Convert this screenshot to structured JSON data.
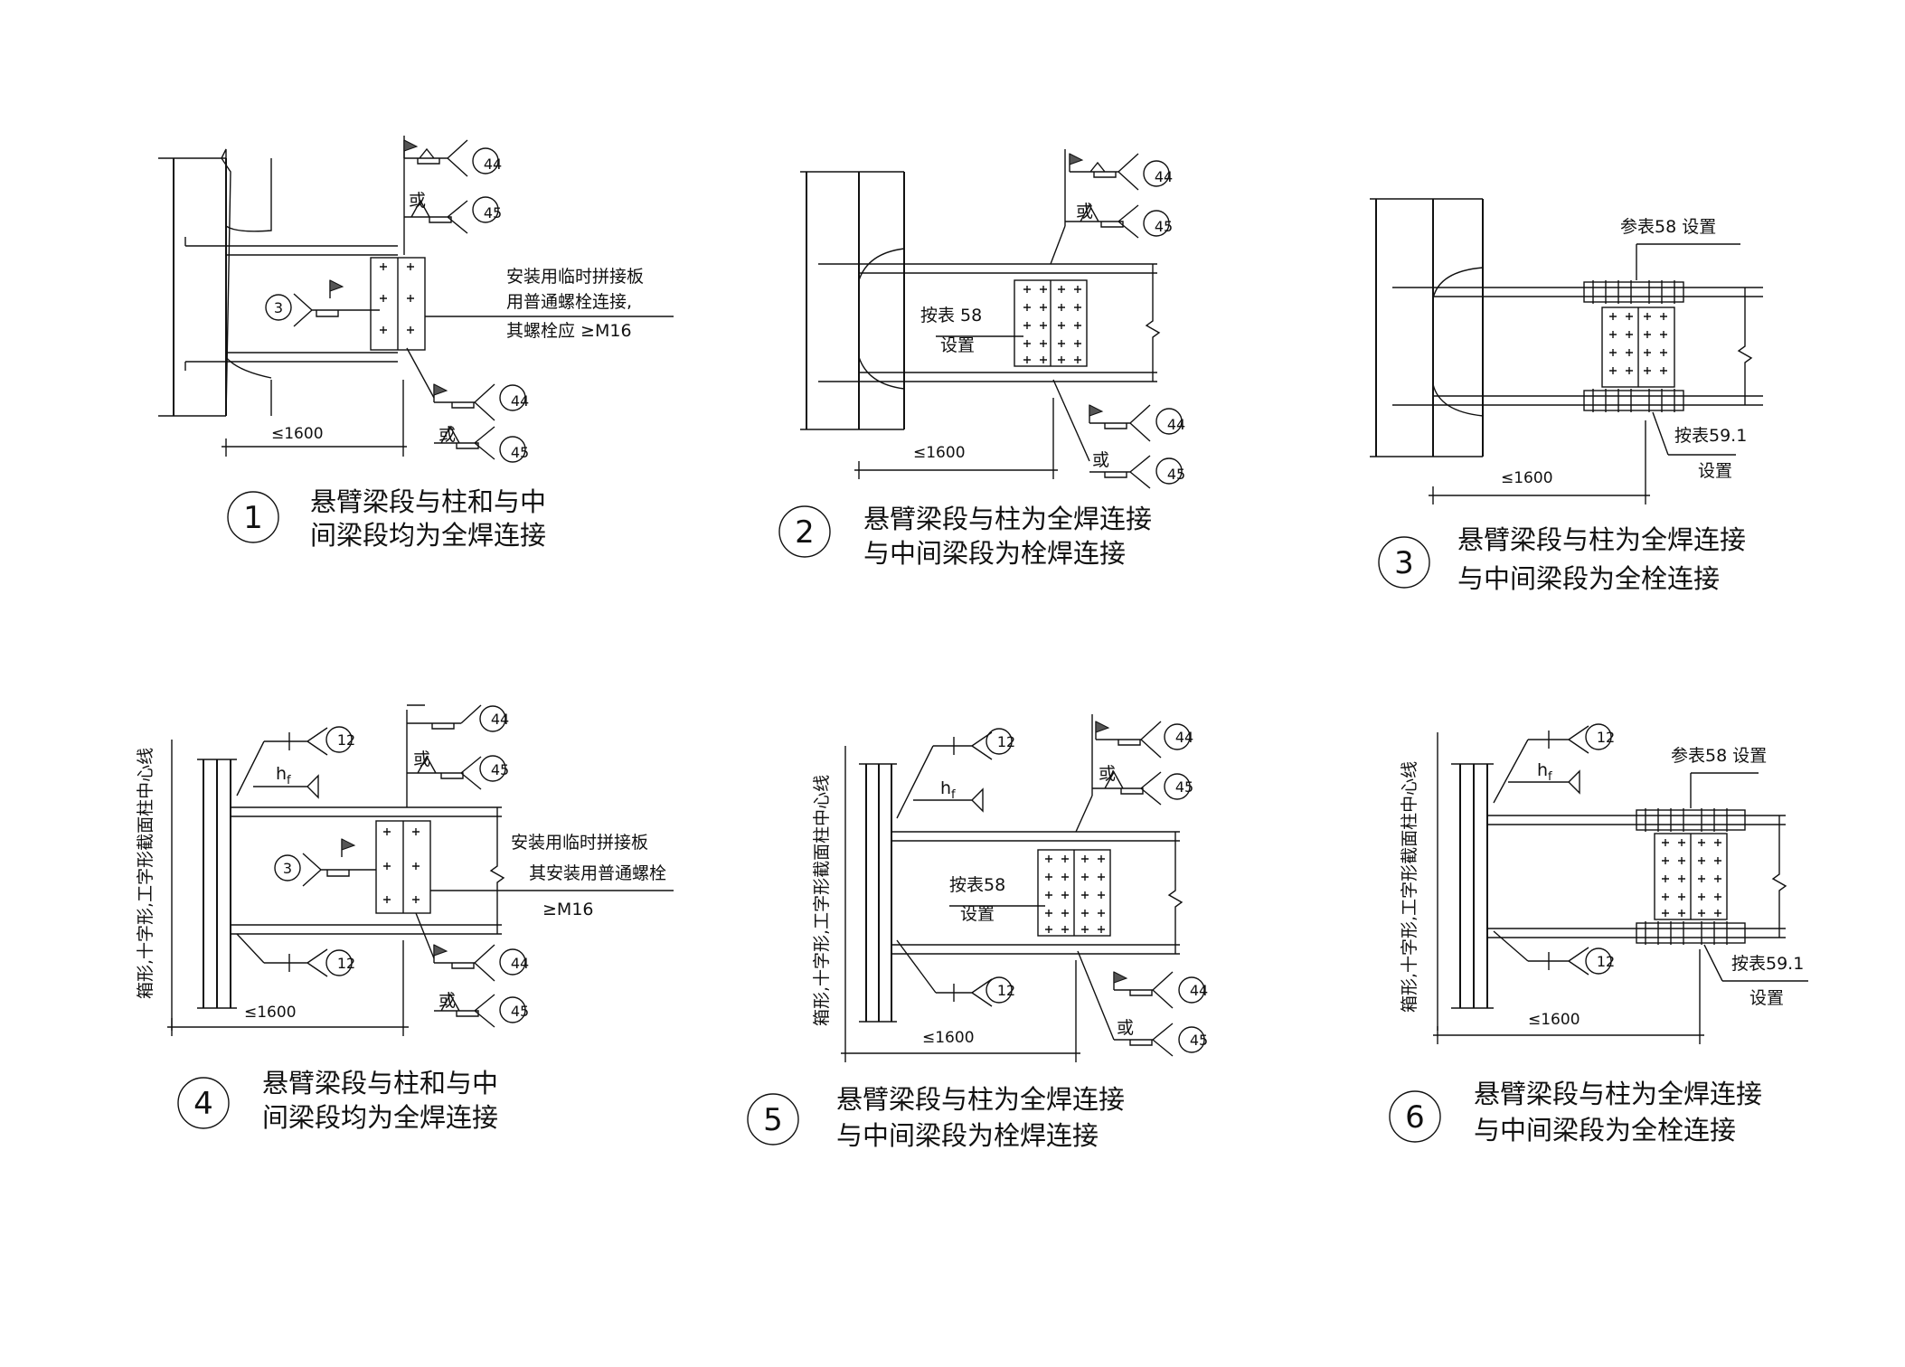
{
  "drawing": {
    "panels": [
      {
        "number": "1",
        "caption_line1": "悬臂梁段与柱和与中",
        "caption_line2": "间梁段均为全焊连接",
        "dimension": "≤1600",
        "weld_refs": [
          "44",
          "45",
          "3",
          "44",
          "45"
        ],
        "or_labels": [
          "或",
          "或"
        ],
        "note_lines": [
          "安装用临时拼接板",
          "用普通螺栓连接,",
          "其螺栓应 ≥M16"
        ]
      },
      {
        "number": "2",
        "caption_line1": "悬臂梁段与柱为全焊连接",
        "caption_line2": "与中间梁段为栓焊连接",
        "dimension": "≤1600",
        "weld_refs": [
          "44",
          "45",
          "44",
          "45"
        ],
        "or_labels": [
          "或",
          "或"
        ],
        "note_lines": [
          "按表 58",
          "设置"
        ]
      },
      {
        "number": "3",
        "caption_line1": "悬臂梁段与柱为全焊连接",
        "caption_line2": "与中间梁段为全栓连接",
        "dimension": "≤1600",
        "note_top": "参表58 设置",
        "note_lines": [
          "按表59.1",
          "设置"
        ]
      },
      {
        "number": "4",
        "caption_line1": "悬臂梁段与柱和与中",
        "caption_line2": "间梁段均为全焊连接",
        "dimension": "≤1600",
        "weld_refs": [
          "12",
          "44",
          "45",
          "3",
          "12",
          "44",
          "45"
        ],
        "or_labels": [
          "或",
          "或"
        ],
        "hf": "h",
        "hf_sub": "f",
        "side_label": "箱形,十字形,工字形截面柱中心线",
        "note_lines": [
          "安装用临时拼接板",
          "其安装用普通螺栓",
          "≥M16"
        ]
      },
      {
        "number": "5",
        "caption_line1": "悬臂梁段与柱为全焊连接",
        "caption_line2": "与中间梁段为栓焊连接",
        "dimension": "≤1600",
        "weld_refs": [
          "12",
          "44",
          "45",
          "12",
          "44",
          "45"
        ],
        "or_labels": [
          "或",
          "或"
        ],
        "hf": "h",
        "hf_sub": "f",
        "side_label": "箱形,十字形,工字形截面柱中心线",
        "note_lines": [
          "按表58",
          "设置"
        ]
      },
      {
        "number": "6",
        "caption_line1": "悬臂梁段与柱为全焊连接",
        "caption_line2": "与中间梁段为全栓连接",
        "dimension": "≤1600",
        "weld_refs": [
          "12",
          "12"
        ],
        "hf": "h",
        "hf_sub": "f",
        "side_label": "箱形,十字形,工字形截面柱中心线",
        "note_top": "参表58 设置",
        "note_lines": [
          "按表59.1",
          "设置"
        ]
      }
    ]
  },
  "colors": {
    "line": "#111111",
    "background": "#ffffff"
  }
}
